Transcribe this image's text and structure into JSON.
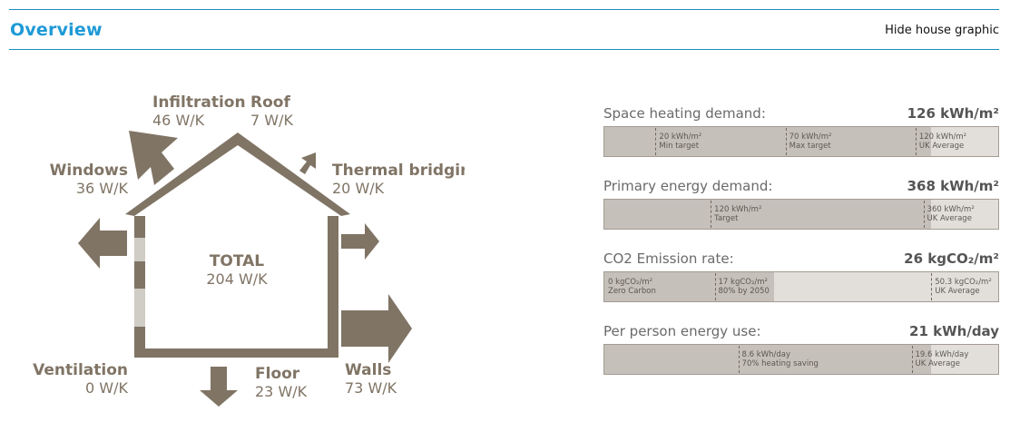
{
  "header": {
    "title": "Overview",
    "hide_link": "Hide house graphic"
  },
  "house": {
    "infiltration": {
      "name": "Infiltration",
      "value": "46 W/K"
    },
    "roof": {
      "name": "Roof",
      "value": "7 W/K"
    },
    "windows": {
      "name": "Windows",
      "value": "36 W/K"
    },
    "thermal_bridging": {
      "name": "Thermal bridging",
      "value": "20 W/K"
    },
    "total": {
      "name": "TOTAL",
      "value": "204 W/K"
    },
    "ventilation": {
      "name": "Ventilation",
      "value": "0 W/K"
    },
    "floor": {
      "name": "Floor",
      "value": "23 W/K"
    },
    "walls": {
      "name": "Walls",
      "value": "73 W/K"
    }
  },
  "metrics": [
    {
      "label": "Space heating demand:",
      "value": "126 kWh/m²",
      "fill_pct": 83,
      "markers": [
        {
          "pos_pct": 13,
          "line1": "20 kWh/m²",
          "line2": "Min target"
        },
        {
          "pos_pct": 46,
          "line1": "70 kWh/m²",
          "line2": "Max target"
        },
        {
          "pos_pct": 79,
          "line1": "120 kWh/m²",
          "line2": "UK Average"
        }
      ]
    },
    {
      "label": "Primary energy demand:",
      "value": "368 kWh/m²",
      "fill_pct": 83,
      "markers": [
        {
          "pos_pct": 27,
          "line1": "120 kWh/m²",
          "line2": "Target"
        },
        {
          "pos_pct": 81,
          "line1": "360 kWh/m²",
          "line2": "UK Average"
        }
      ]
    },
    {
      "label": "CO2 Emission rate:",
      "value": "26 kgCO₂/m²",
      "fill_pct": 43,
      "markers": [
        {
          "pos_pct": 0,
          "line1": "0 kgCO₂/m²",
          "line2": "Zero Carbon"
        },
        {
          "pos_pct": 28,
          "line1": "17 kgCO₂/m²",
          "line2": "80% by 2050"
        },
        {
          "pos_pct": 83,
          "line1": "50.3 kgCO₂/m²",
          "line2": "UK Average"
        }
      ]
    },
    {
      "label": "Per person energy use:",
      "value": "21 kWh/day",
      "fill_pct": 83,
      "markers": [
        {
          "pos_pct": 34,
          "line1": "8.6 kWh/day",
          "line2": "70% heating saving"
        },
        {
          "pos_pct": 78,
          "line1": "19.6 kWh/day",
          "line2": "UK Average"
        }
      ]
    }
  ],
  "colors": {
    "accent": "#1e9ad6",
    "house": "#807465",
    "bar_fill": "#c5c0ba",
    "bar_bg": "#e2dfdb"
  }
}
